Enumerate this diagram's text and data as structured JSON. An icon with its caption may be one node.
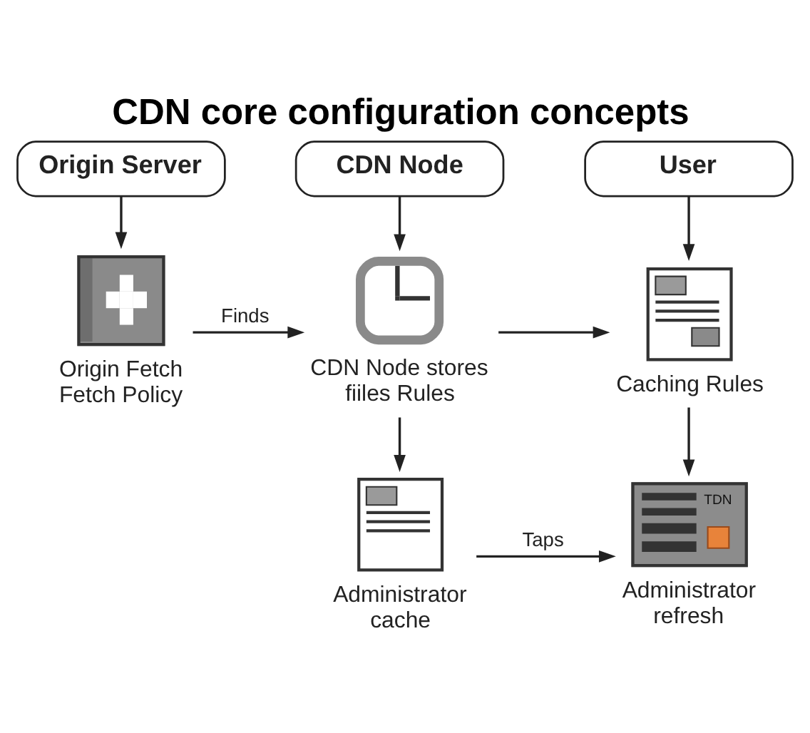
{
  "diagram": {
    "title": "CDN core configuration concepts",
    "nodes": [
      {
        "text": [
          "Origin Server"
        ]
      },
      {
        "text": [
          "CDN Node"
        ]
      },
      {
        "text": [
          "User"
        ]
      },
      {
        "text": [],
        "shape": "picture",
        "beside": [
          "Origin Fetch Fetch Policy"
        ]
      },
      {
        "text": [],
        "shape": "picture",
        "beside": [
          "CDN Node stores fiiles Rules"
        ]
      },
      {
        "text": [],
        "shape": "picture",
        "beside": [
          "Caching Rules"
        ]
      },
      {
        "text": [],
        "shape": "picture",
        "beside": [
          "Administrator cache"
        ]
      },
      {
        "text": [
          "TDN"
        ],
        "beside": [
          "Administrator refresh"
        ]
      }
    ],
    "edges": [
      {
        "from": 0,
        "to": 3,
        "arrow": "to"
      },
      {
        "from": 1,
        "to": 4,
        "arrow": "to"
      },
      {
        "from": 2,
        "to": 5,
        "arrow": "to"
      },
      {
        "from": 3,
        "to": 4,
        "arrow": "to",
        "label": "Finds"
      },
      {
        "from": 4,
        "to": 5,
        "arrow": "to"
      },
      {
        "from": 4,
        "to": 6,
        "arrow": "to"
      },
      {
        "from": 6,
        "to": 7,
        "arrow": "to",
        "label": "Taps"
      },
      {
        "from": 5,
        "to": 7,
        "arrow": "to"
      }
    ]
  }
}
